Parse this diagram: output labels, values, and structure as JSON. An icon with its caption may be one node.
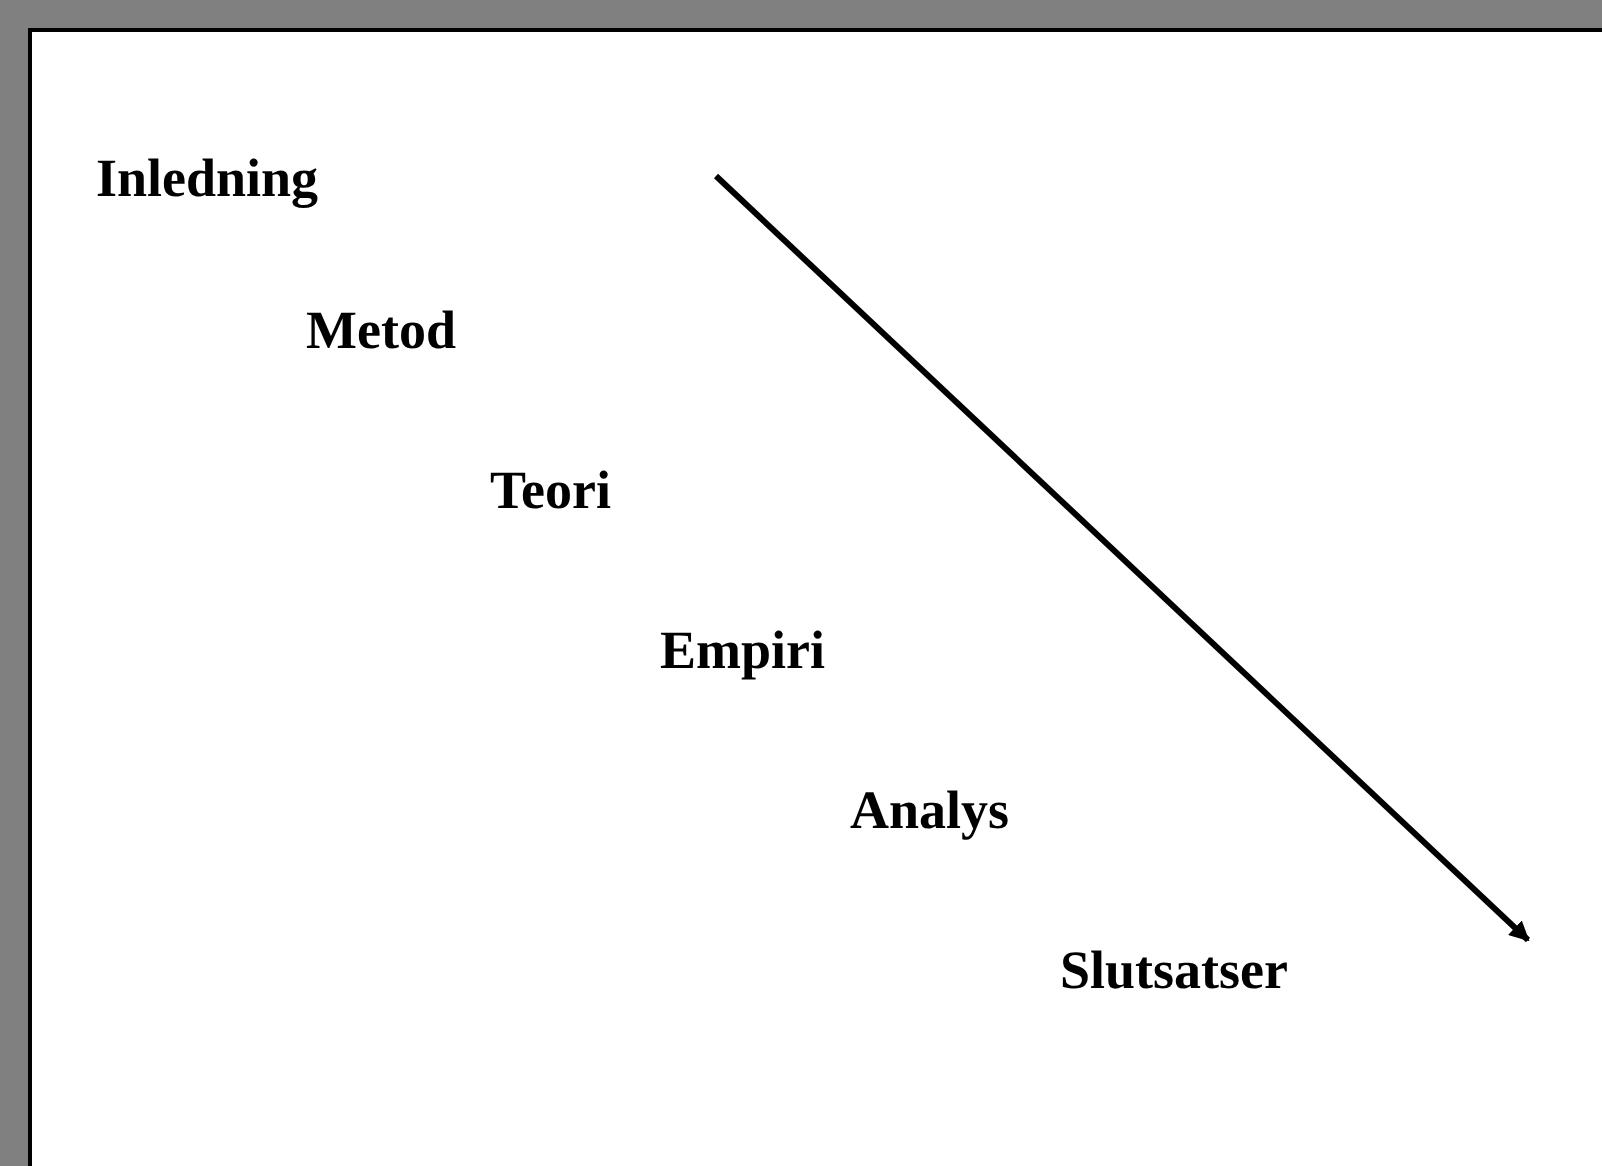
{
  "diagram": {
    "labels": [
      "Inledning",
      "Metod",
      "Teori",
      "Empiri",
      "Analys",
      "Slutsatser"
    ]
  }
}
